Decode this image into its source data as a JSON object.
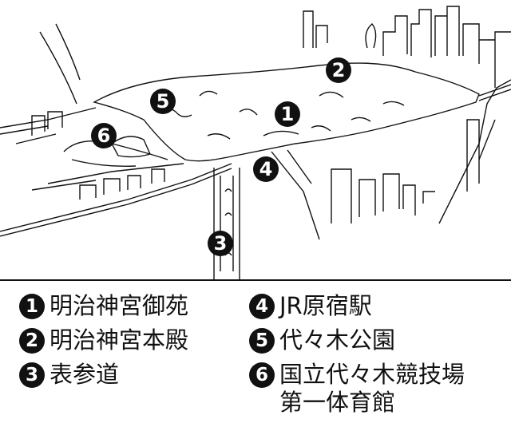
{
  "map": {
    "markers": [
      "1",
      "2",
      "3",
      "4",
      "5",
      "6"
    ]
  },
  "legend": [
    {
      "num": "1",
      "label": "明治神宮御苑"
    },
    {
      "num": "2",
      "label": "明治神宮本殿"
    },
    {
      "num": "3",
      "label": "表参道"
    },
    {
      "num": "4",
      "label": "JR原宿駅"
    },
    {
      "num": "5",
      "label": "代々木公園"
    },
    {
      "num": "6",
      "label": "国立代々木競技場\n第一体育館"
    }
  ]
}
